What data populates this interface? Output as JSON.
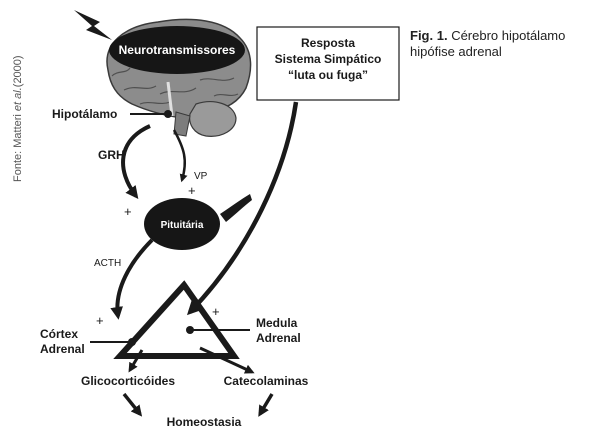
{
  "caption": {
    "fig_label": "Fig. 1.",
    "line1": "Cérebro hipotálamo",
    "line2": "hipófise adrenal"
  },
  "source": {
    "prefix": "Fonte: Matteri ",
    "et_al": "et al.",
    "year": "(2000)"
  },
  "nodes": {
    "neurotransmitters": "Neurotransmissores",
    "hypothalamus": "Hipotálamo",
    "pituitary": "Pituitária",
    "adrenal_cortex": [
      "Córtex",
      "Adrenal"
    ],
    "adrenal_medulla": [
      "Medula",
      "Adrenal"
    ],
    "glucocorticoids": "Glicocorticóides",
    "catecholamines": "Catecolaminas",
    "homeostasis": "Homeostasia"
  },
  "sympathetic_box": {
    "line1": "Resposta",
    "line2": "Sistema Simpático",
    "line3": "“luta ou fuga”"
  },
  "edges": {
    "grh": "GRH",
    "vp": "VP",
    "acth": "ACTH",
    "plus": "+"
  }
}
